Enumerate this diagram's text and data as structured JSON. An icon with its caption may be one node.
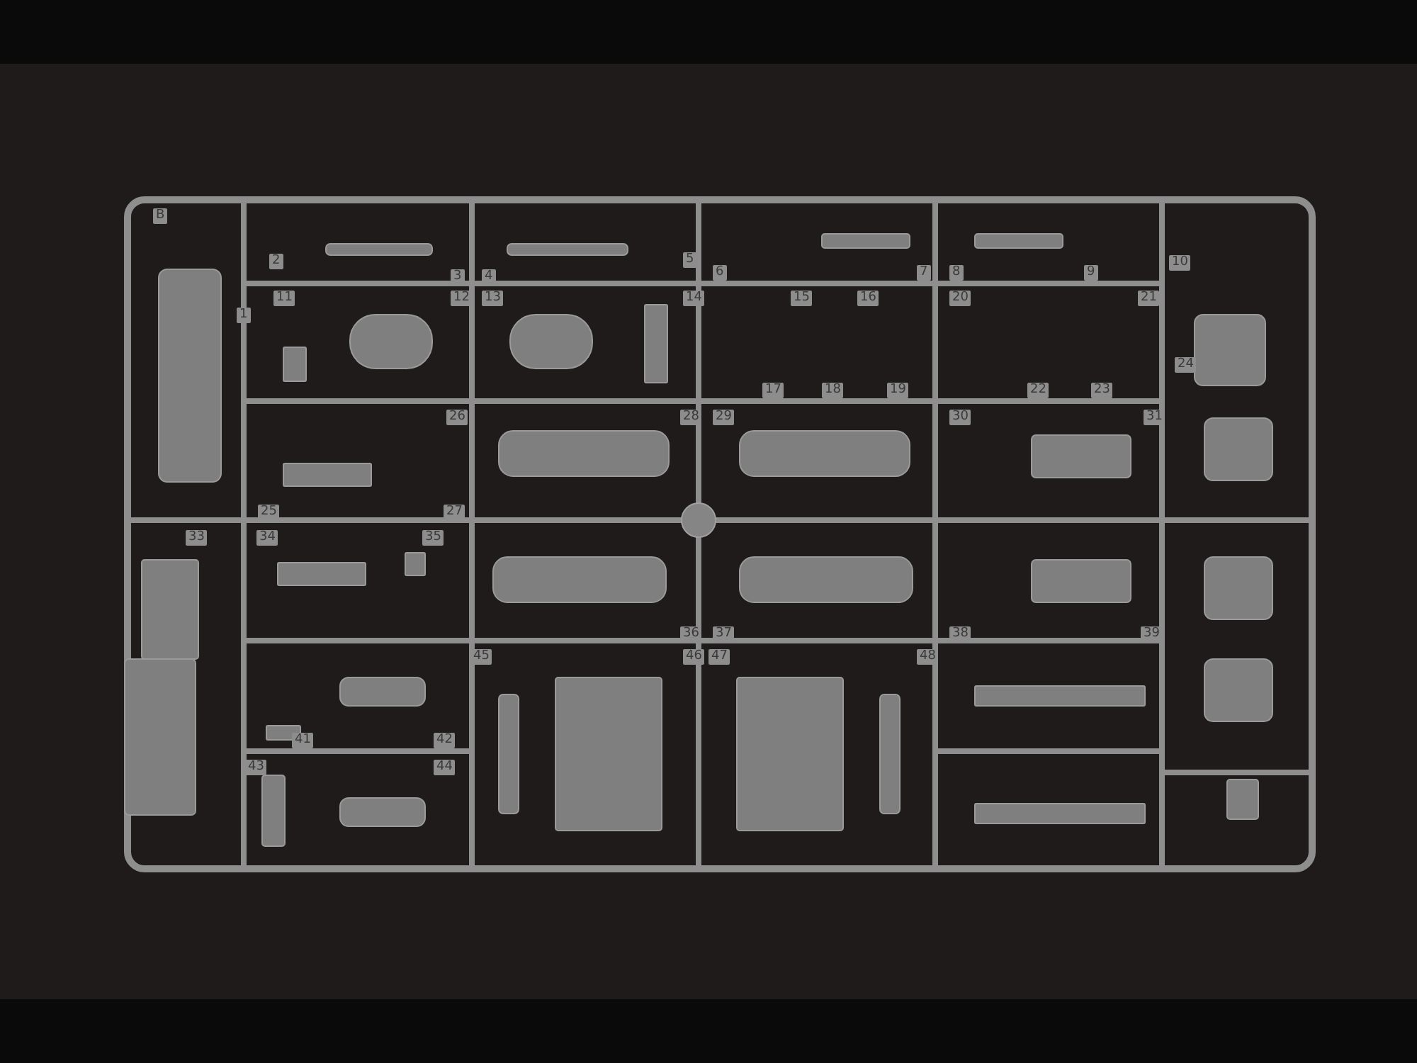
{
  "diagram": {
    "labels": [
      "B",
      "2",
      "3",
      "4",
      "5",
      "6",
      "7",
      "8",
      "9",
      "10",
      "11",
      "12",
      "13",
      "14",
      "15",
      "16",
      "20",
      "21",
      "1",
      "17",
      "18",
      "19",
      "22",
      "23",
      "24",
      "26",
      "28",
      "29",
      "30",
      "31",
      "25",
      "27",
      "33",
      "34",
      "35",
      "36",
      "37",
      "38",
      "39",
      "45",
      "46",
      "47",
      "48",
      "41",
      "42",
      "43",
      "44"
    ]
  }
}
